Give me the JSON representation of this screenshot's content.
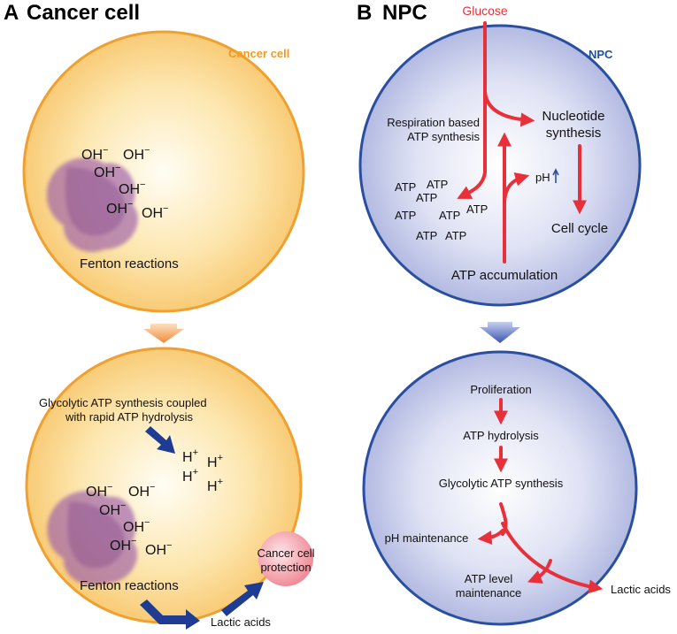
{
  "panel_a": {
    "letter": "A",
    "title": "Cancer cell",
    "top_circle": {
      "name_label": "Cancer cell",
      "ions": [
        "OH",
        "OH",
        "OH",
        "OH",
        "OH",
        "OH"
      ],
      "ion_charge": "−",
      "fenton_label": "Fenton reactions"
    },
    "bottom_circle": {
      "glycolytic_line1": "Glycolytic ATP synthesis coupled",
      "glycolytic_line2": "with rapid ATP hydrolysis",
      "h_ions": [
        "H",
        "H",
        "H",
        "H"
      ],
      "h_charge": "+",
      "oh_ions": [
        "OH",
        "OH",
        "OH",
        "OH",
        "OH",
        "OH"
      ],
      "oh_charge": "−",
      "fenton_label": "Fenton reactions",
      "lactic_label": "Lactic acids",
      "protection_line1": "Cancer cell",
      "protection_line2": "protection"
    }
  },
  "panel_b": {
    "letter": "B",
    "title": "NPC",
    "top_circle": {
      "glucose_label": "Glucose",
      "name_label": "NPC",
      "respiration_line1": "Respiration based",
      "respiration_line2": "ATP synthesis",
      "nucleotide_line1": "Nucleotide",
      "nucleotide_line2": "synthesis",
      "ph_label": "pH",
      "atp_tokens": [
        "ATP",
        "ATP",
        "ATP",
        "ATP",
        "ATP",
        "ATP",
        "ATP",
        "ATP"
      ],
      "cell_cycle_label": "Cell cycle",
      "atp_accumulation_label": "ATP accumulation"
    },
    "bottom_circle": {
      "proliferation_label": "Proliferation",
      "atp_hydrolysis_label": "ATP hydrolysis",
      "glycolytic_label": "Glycolytic ATP synthesis",
      "ph_maintenance_label": "pH maintenance",
      "atp_level_line1": "ATP level",
      "atp_level_line2": "maintenance",
      "lactic_label": "Lactic acids"
    }
  },
  "colors": {
    "orange_border": "#f0a030",
    "orange_text": "#f39a1e",
    "blue_border": "#2a4fa0",
    "blue_text": "#1f4ea0",
    "red_arrow": "#e8303a",
    "dark_blue_arrow": "#1f3c94",
    "purple_blob": "#9a5aa8",
    "pink_circle": "#f2a0aa"
  }
}
